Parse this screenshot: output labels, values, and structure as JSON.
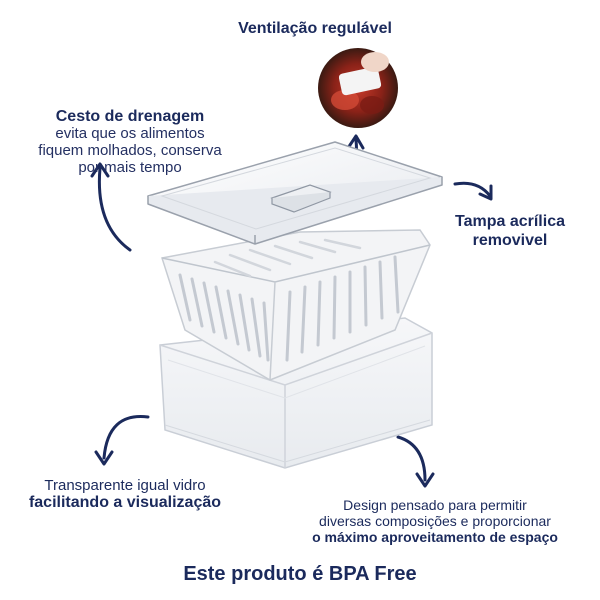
{
  "ventilacao": {
    "title": "Ventilação regulável"
  },
  "drenagem": {
    "title": "Cesto de drenagem",
    "line1": "evita que os alimentos",
    "line2": "fiquem molhados, conserva",
    "line3": "por mais tempo"
  },
  "tampa": {
    "line1": "Tampa acrílica",
    "line2": "removivel"
  },
  "transparente": {
    "line1": "Transparente igual vidro",
    "line2": "facilitando a visualização"
  },
  "design": {
    "line1": "Design pensado para permitir",
    "line2": "diversas composições e proporcionar",
    "line3": "o máximo aproveitamento de espaço"
  },
  "footer": {
    "text": "Este produto é BPA Free"
  },
  "colors": {
    "navy": "#1b2a5c",
    "accent": "#1b2a5c"
  }
}
